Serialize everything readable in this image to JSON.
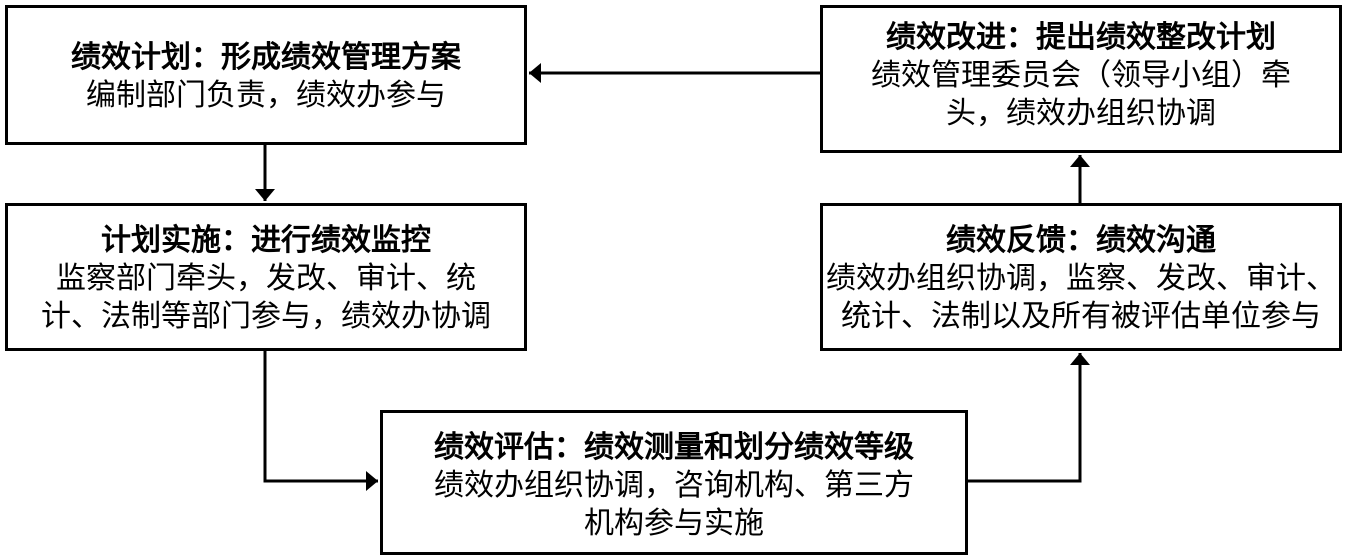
{
  "nodes": {
    "plan": {
      "title": "绩效计划：形成绩效管理方案",
      "body": "编制部门负责，绩效办参与"
    },
    "implement": {
      "title": "计划实施：进行绩效监控",
      "body": "监察部门牵头，发改、审计、统\n计、法制等部门参与，绩效办协调"
    },
    "evaluate": {
      "title": "绩效评估：绩效测量和划分绩效等级",
      "body": "绩效办组织协调，咨询机构、第三方\n机构参与实施"
    },
    "feedback": {
      "title": "绩效反馈：绩效沟通",
      "body": "绩效办组织协调，监察、发改、审计、\n统计、法制以及所有被评估单位参与"
    },
    "improve": {
      "title": "绩效改进：提出绩效整改计划",
      "body": "绩效管理委员会（领导小组）牵\n头，绩效办组织协调"
    }
  },
  "edges": [
    {
      "from": "plan",
      "to": "implement"
    },
    {
      "from": "implement",
      "to": "evaluate"
    },
    {
      "from": "evaluate",
      "to": "feedback"
    },
    {
      "from": "feedback",
      "to": "improve"
    },
    {
      "from": "improve",
      "to": "plan"
    }
  ],
  "colors": {
    "stroke": "#000000",
    "background": "#ffffff"
  }
}
